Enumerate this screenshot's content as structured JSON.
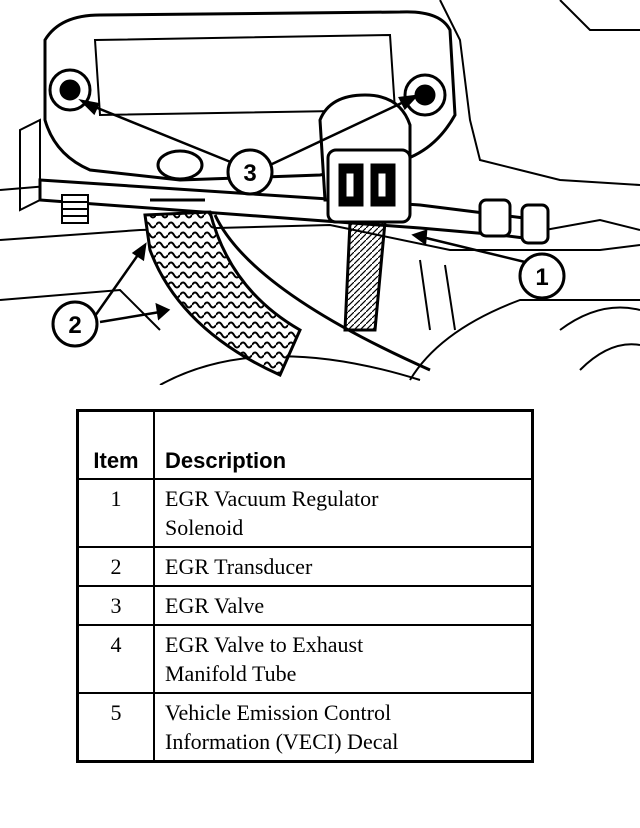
{
  "diagram": {
    "callouts": [
      "1",
      "2",
      "3"
    ]
  },
  "legend": {
    "headers": {
      "item": "Item",
      "description": "Description"
    },
    "rows": [
      {
        "item": "1",
        "lines": [
          "EGR Vacuum Regulator",
          "Solenoid"
        ]
      },
      {
        "item": "2",
        "lines": [
          "EGR Transducer"
        ]
      },
      {
        "item": "3",
        "lines": [
          "EGR Valve"
        ]
      },
      {
        "item": "4",
        "lines": [
          "EGR Valve to Exhaust",
          "Manifold Tube"
        ]
      },
      {
        "item": "5",
        "lines": [
          "Vehicle Emission Control",
          "Information (VECI) Decal"
        ]
      }
    ]
  }
}
